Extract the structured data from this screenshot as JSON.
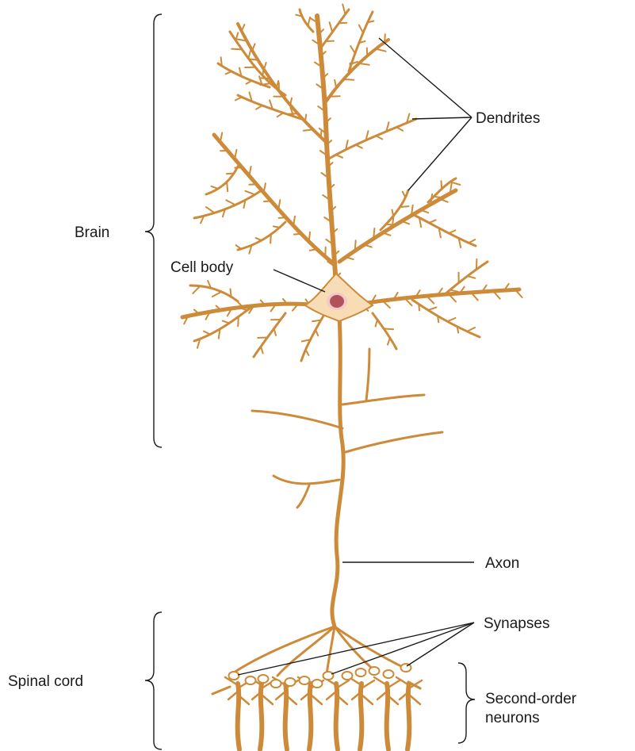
{
  "labels": {
    "dendrites": "Dendrites",
    "brain": "Brain",
    "cell_body": "Cell body",
    "axon": "Axon",
    "synapses": "Synapses",
    "spinal_cord": "Spinal cord",
    "second_order_line1": "Second-order",
    "second_order_line2": "neurons"
  },
  "colors": {
    "neuron": "#cd8b3a",
    "cell_body_fill": "#f7dcb6",
    "nucleus": "#b0525c",
    "nucleus_ring": "#f2c8c8",
    "line": "#1a1a1a",
    "background": "#ffffff"
  }
}
